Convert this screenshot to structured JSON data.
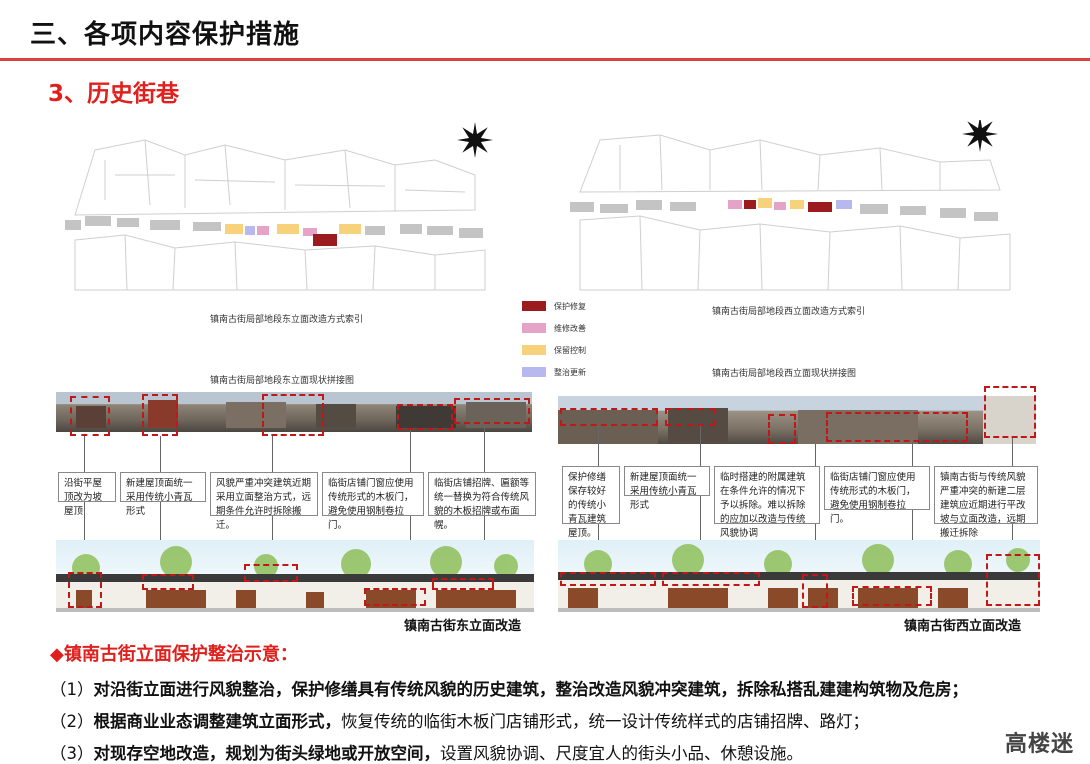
{
  "header": {
    "title": "三、各项内容保护措施"
  },
  "section": {
    "title": "3、历史街巷"
  },
  "maps": {
    "east_caption": "镇南古街局部地段东立面改造方式索引",
    "west_caption": "镇南古街局部地段西立面改造方式索引"
  },
  "legend": {
    "items": [
      {
        "label": "保护修复",
        "color": "#9b1b1f"
      },
      {
        "label": "维修改善",
        "color": "#e6a3c8"
      },
      {
        "label": "保留控制",
        "color": "#f7d27a"
      },
      {
        "label": "整治更新",
        "color": "#b6b8ee"
      }
    ]
  },
  "photos": {
    "east_caption": "镇南古街局部地段东立面现状拼接图",
    "west_caption": "镇南古街局部地段西立面现状拼接图"
  },
  "notes_east": [
    "沿街平屋顶改为坡屋顶",
    "新建屋顶面统一采用传统小青瓦形式",
    "风貌严重冲突建筑近期采用立面整治方式，远期条件允许时拆除搬迁。",
    "临街店铺门窗应使用传统形式的木板门，避免使用钢制卷拉门。",
    "临街店铺招牌、匾额等统一替换为符合传统风貌的木板招牌或布面幌。"
  ],
  "notes_west": [
    "保护修缮保存较好的传统小青瓦建筑屋顶。",
    "新建屋顶面统一采用传统小青瓦形式",
    "临时搭建的附属建筑在条件允许的情况下予以拆除。难以拆除的应加以改造与传统风貌协调",
    "临街店铺门窗应使用传统形式的木板门，避免使用钢制卷拉门。",
    "镇南古街与传统风貌严重冲突的新建二层建筑应近期进行平改坡与立面改造，远期搬迁拆除"
  ],
  "renders": {
    "east_caption": "镇南古街东立面改造",
    "west_caption": "镇南古街西立面改造"
  },
  "summary": {
    "heading": "◆镇南古街立面保护整治示意：",
    "items": [
      {
        "prefix": "（1）",
        "bold": "对沿街立面进行风貌整治，保护修缮具有传统风貌的历史建筑，整治改造风貌冲突建筑，拆除私搭乱建建构筑物及危房；",
        "rest": ""
      },
      {
        "prefix": "（2）",
        "bold": "根据商业业态调整建筑立面形式，",
        "rest": "恢复传统的临街木板门店铺形式，统一设计传统样式的店铺招牌、路灯；"
      },
      {
        "prefix": "（3）",
        "bold": "对现存空地改造，规划为街头绿地或开放空间，",
        "rest": "设置风貌协调、尺度宜人的街头小品、休憩设施。"
      }
    ]
  },
  "logo": {
    "text": "高楼迷"
  }
}
